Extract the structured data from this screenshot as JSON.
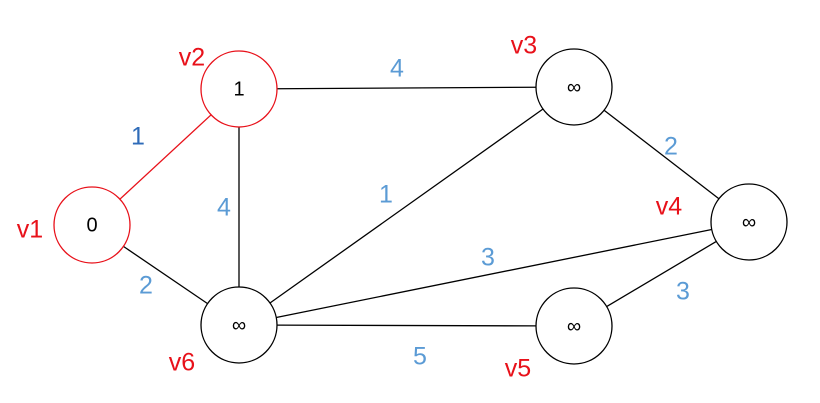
{
  "colors": {
    "highlight": "#e8111a",
    "default_stroke": "#000000",
    "weight_text": "#5b9bd5",
    "weight_text_highlight": "#2e6bb8",
    "label_text": "#e8111a"
  },
  "nodes": [
    {
      "id": "v1",
      "label": "v1",
      "value": "0",
      "highlighted": true
    },
    {
      "id": "v2",
      "label": "v2",
      "value": "1",
      "highlighted": true
    },
    {
      "id": "v3",
      "label": "v3",
      "value": "∞",
      "highlighted": false
    },
    {
      "id": "v4",
      "label": "v4",
      "value": "∞",
      "highlighted": false
    },
    {
      "id": "v5",
      "label": "v5",
      "value": "∞",
      "highlighted": false
    },
    {
      "id": "v6",
      "label": "v6",
      "value": "∞",
      "highlighted": false
    }
  ],
  "edges": [
    {
      "from": "v1",
      "to": "v2",
      "weight": "1",
      "highlighted": true
    },
    {
      "from": "v1",
      "to": "v6",
      "weight": "2",
      "highlighted": false
    },
    {
      "from": "v2",
      "to": "v3",
      "weight": "4",
      "highlighted": false
    },
    {
      "from": "v2",
      "to": "v6",
      "weight": "4",
      "highlighted": false
    },
    {
      "from": "v3",
      "to": "v4",
      "weight": "2",
      "highlighted": false
    },
    {
      "from": "v6",
      "to": "v3",
      "weight": "1",
      "highlighted": false
    },
    {
      "from": "v6",
      "to": "v4",
      "weight": "3",
      "highlighted": false
    },
    {
      "from": "v6",
      "to": "v5",
      "weight": "5",
      "highlighted": false
    },
    {
      "from": "v5",
      "to": "v4",
      "weight": "3",
      "highlighted": false
    }
  ]
}
